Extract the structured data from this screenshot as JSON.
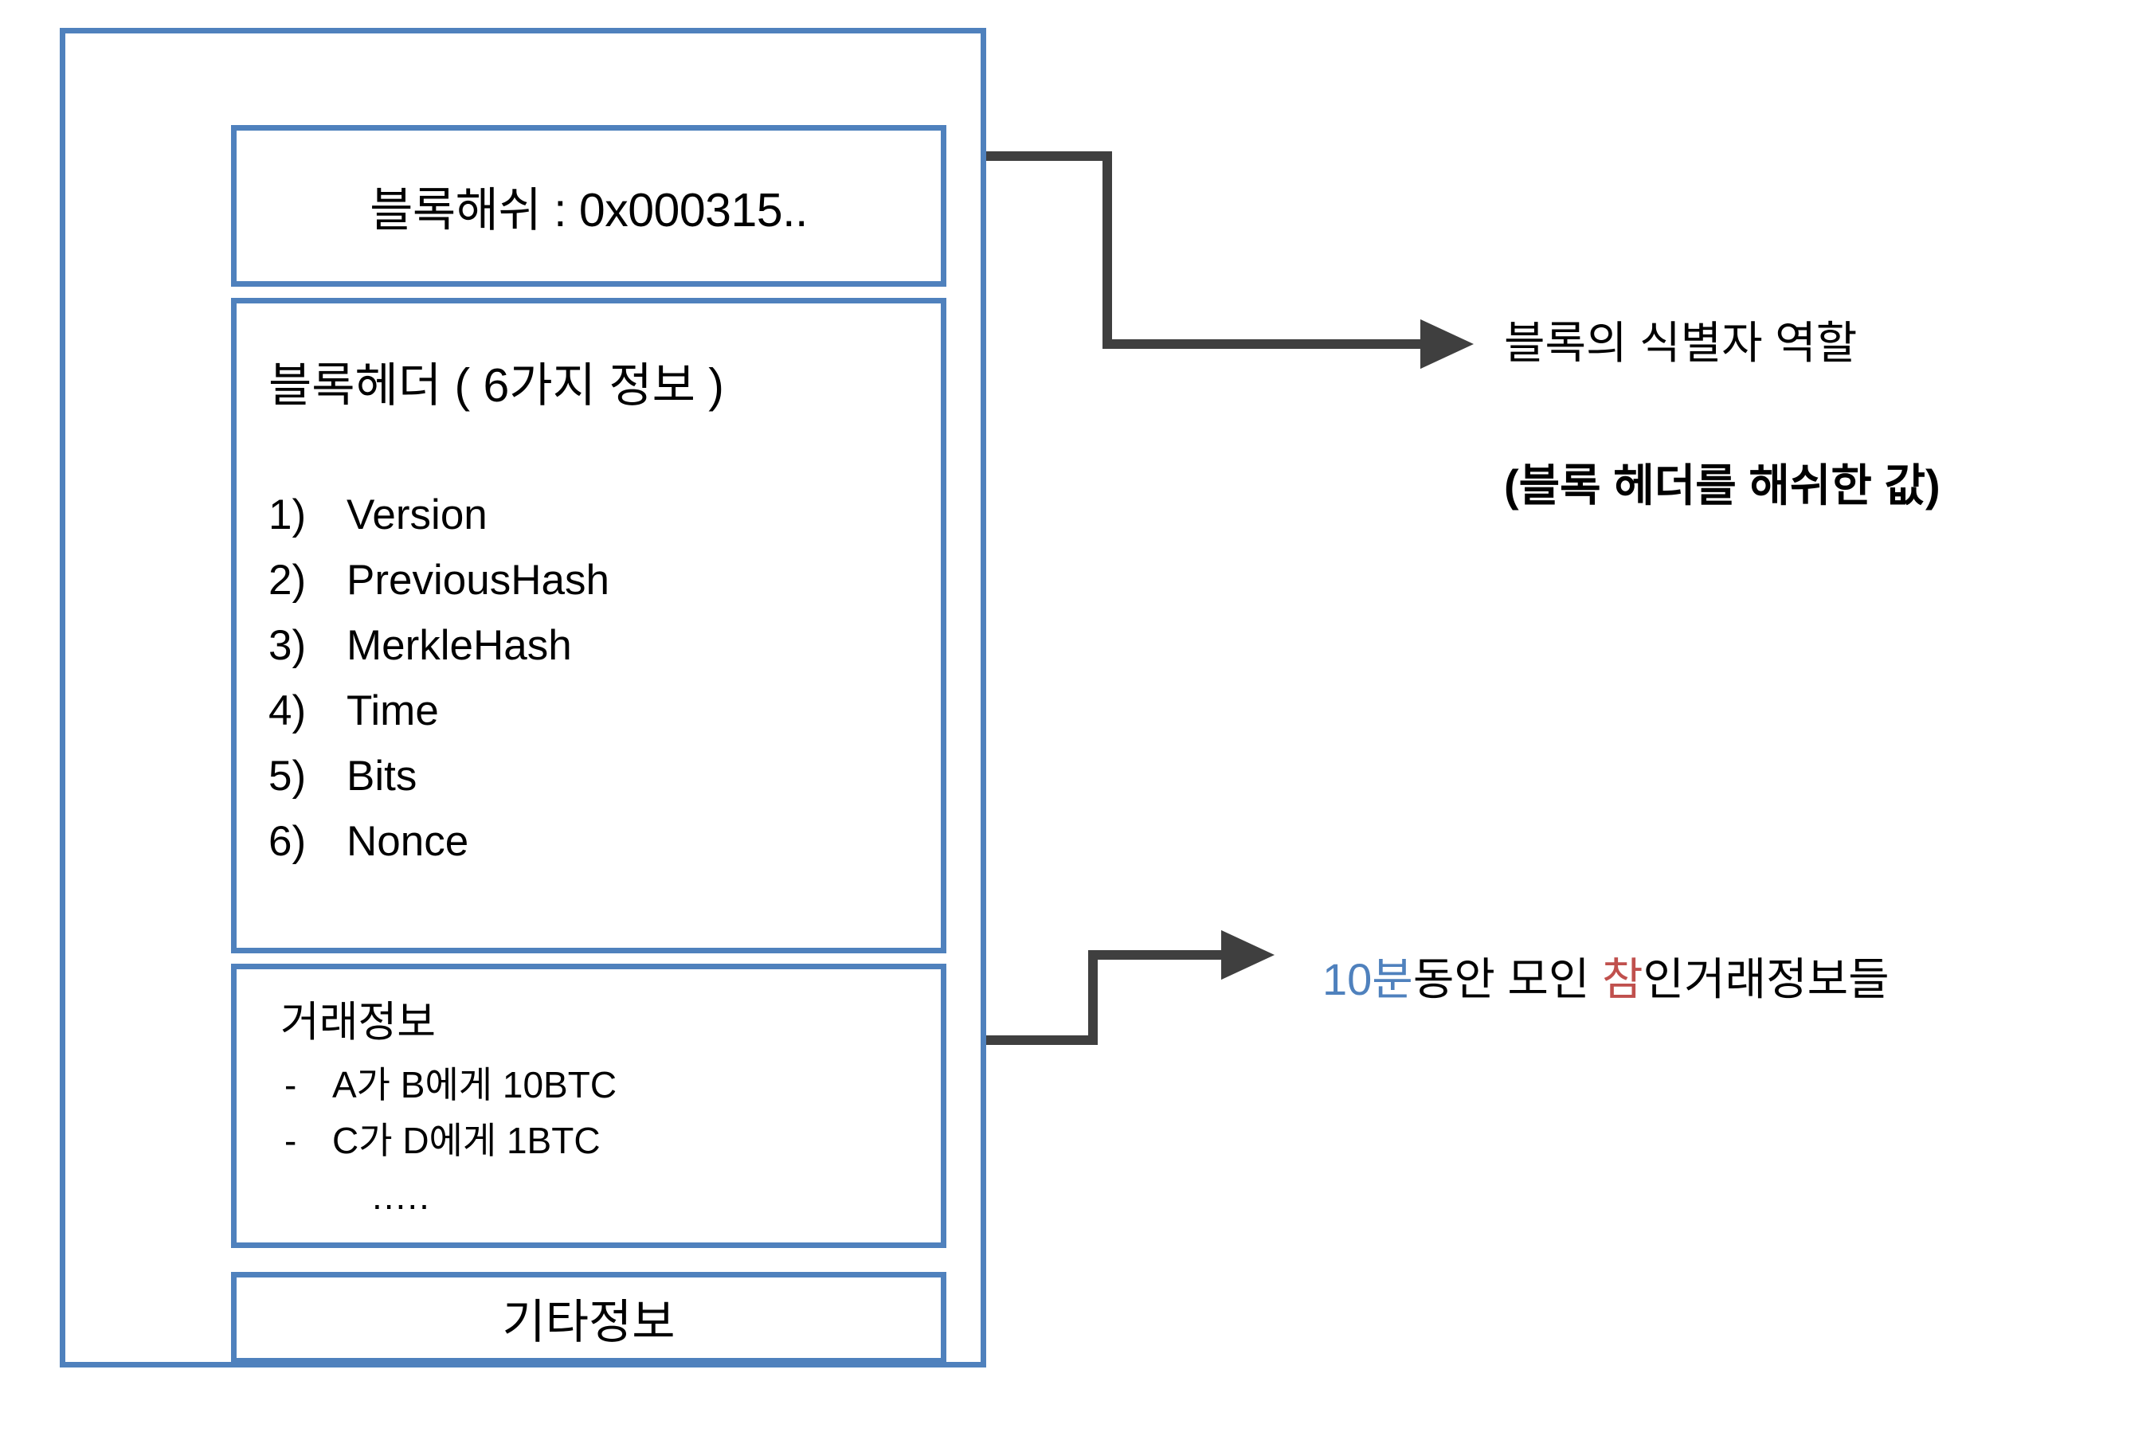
{
  "block": {
    "hash_panel": {
      "label": "블록해쉬 : 0x000315.."
    },
    "header_panel": {
      "title": "블록헤더 ( 6가지 정보 )",
      "fields": [
        {
          "num": "1)",
          "name": "Version"
        },
        {
          "num": "2)",
          "name": "PreviousHash"
        },
        {
          "num": "3)",
          "name": "MerkleHash"
        },
        {
          "num": "4)",
          "name": "Time"
        },
        {
          "num": "5)",
          "name": "Bits"
        },
        {
          "num": "6)",
          "name": "Nonce"
        }
      ]
    },
    "tx_panel": {
      "title": "거래정보",
      "entries": [
        {
          "dash": "-",
          "text": "A가 B에게 10BTC"
        },
        {
          "dash": "-",
          "text": "C가 D에게 1BTC"
        }
      ],
      "ellipsis": "....."
    },
    "etc_panel": {
      "label": "기타정보"
    }
  },
  "annotations": {
    "identifier_role": "블록의 식별자 역할",
    "hashed_value": "(블록 헤더를 해쉬한 값)",
    "ten_minutes": {
      "blue": "10분",
      "mid": "동안 모인 ",
      "red": "참",
      "tail": "인거래정보들"
    }
  },
  "colors": {
    "box_border": "#4f81bd",
    "accent_blue": "#4f81bd",
    "accent_red": "#c0504d",
    "connector": "#3f3f3f",
    "text": "#000000"
  }
}
